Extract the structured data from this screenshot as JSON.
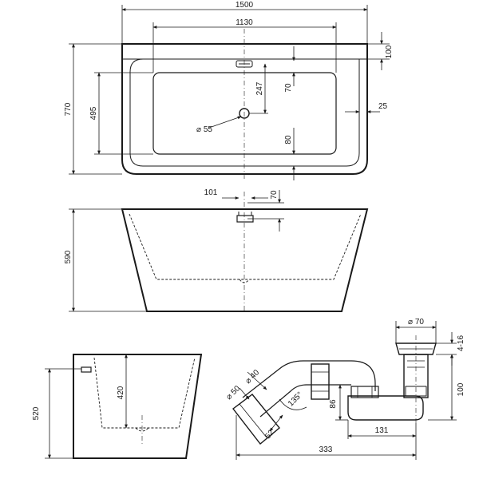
{
  "drawing": {
    "top_view": {
      "width_total": "1500",
      "width_inner": "1130",
      "depth_total": "770",
      "depth_inner": "495",
      "rim_back": "100",
      "rim_front_overflow": "70",
      "overflow_to_drain": "247",
      "rim_side": "25",
      "rim_front": "80",
      "drain_diameter": "⌀ 55"
    },
    "front_view": {
      "overflow_offset": "101",
      "overflow_height": "70",
      "height": "590"
    },
    "side_view": {
      "height": "520",
      "inner_depth": "420"
    },
    "siphon": {
      "overflow_pipe_diameter": "⌀ 40",
      "outlet_diameter": "⌀ 50",
      "outlet_length": "52",
      "angle": "135°",
      "trap_height": "86",
      "drain_cap_diameter": "⌀ 70",
      "adjust_range": "4-16",
      "drain_height": "100",
      "horizontal_offset": "131",
      "total_length": "333"
    }
  }
}
